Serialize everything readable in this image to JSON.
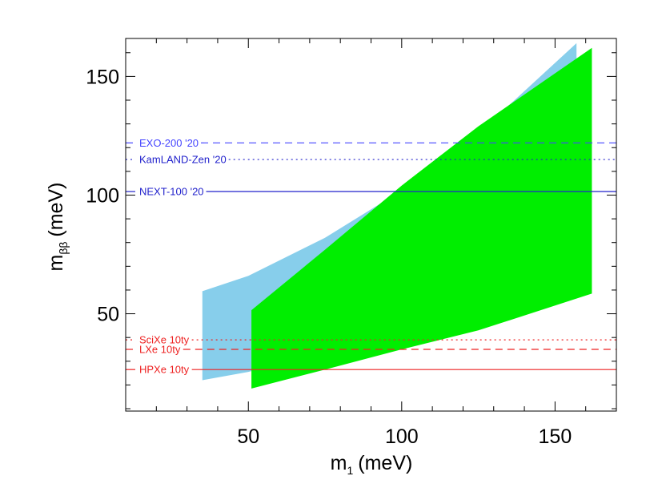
{
  "chart_data": {
    "type": "area",
    "title": "",
    "xlabel": {
      "main": "m",
      "sub": "1",
      "unit": "(meV)"
    },
    "ylabel": {
      "main": "m",
      "sub": "ββ",
      "unit": "(meV)"
    },
    "xlim": [
      10,
      170
    ],
    "ylim": [
      9,
      166
    ],
    "x_ticks": [
      50,
      100,
      150
    ],
    "y_ticks": [
      50,
      100,
      150
    ],
    "x_minor_step": 10,
    "y_minor_step": 10,
    "grid": false,
    "series": [
      {
        "color": "#87CEEB",
        "upper": [
          [
            35,
            59.5
          ],
          [
            50,
            66
          ],
          [
            75,
            82
          ],
          [
            100,
            102
          ],
          [
            125,
            126
          ],
          [
            157,
            164
          ]
        ],
        "lower": [
          [
            35,
            22
          ],
          [
            50,
            25.5
          ],
          [
            75,
            34
          ],
          [
            100,
            47
          ],
          [
            125,
            66
          ],
          [
            157,
            89
          ]
        ]
      },
      {
        "color": "#00EE00",
        "upper": [
          [
            51,
            51.5
          ],
          [
            75,
            77
          ],
          [
            100,
            104
          ],
          [
            125,
            129
          ],
          [
            162,
            162
          ]
        ],
        "lower": [
          [
            51,
            18.5
          ],
          [
            75,
            26.5
          ],
          [
            100,
            35
          ],
          [
            125,
            43
          ],
          [
            162,
            58.5
          ]
        ]
      }
    ],
    "hlines": [
      {
        "label": "EXO-200 '20",
        "y": 122,
        "color": "#4444ff",
        "style": "dashed"
      },
      {
        "label": "KamLAND-Zen '20",
        "y": 115,
        "color": "#2222cc",
        "style": "dotted"
      },
      {
        "label": "NEXT-100 '20",
        "y": 101.5,
        "color": "#2222cc",
        "style": "solid"
      },
      {
        "label": "SciXe 10ty",
        "y": 39,
        "color": "#ee2222",
        "style": "dotted"
      },
      {
        "label": "LXe 10ty",
        "y": 35,
        "color": "#ee2222",
        "style": "dashed"
      },
      {
        "label": "HPXe 10ty",
        "y": 26.5,
        "color": "#ee2222",
        "style": "solid"
      }
    ]
  }
}
